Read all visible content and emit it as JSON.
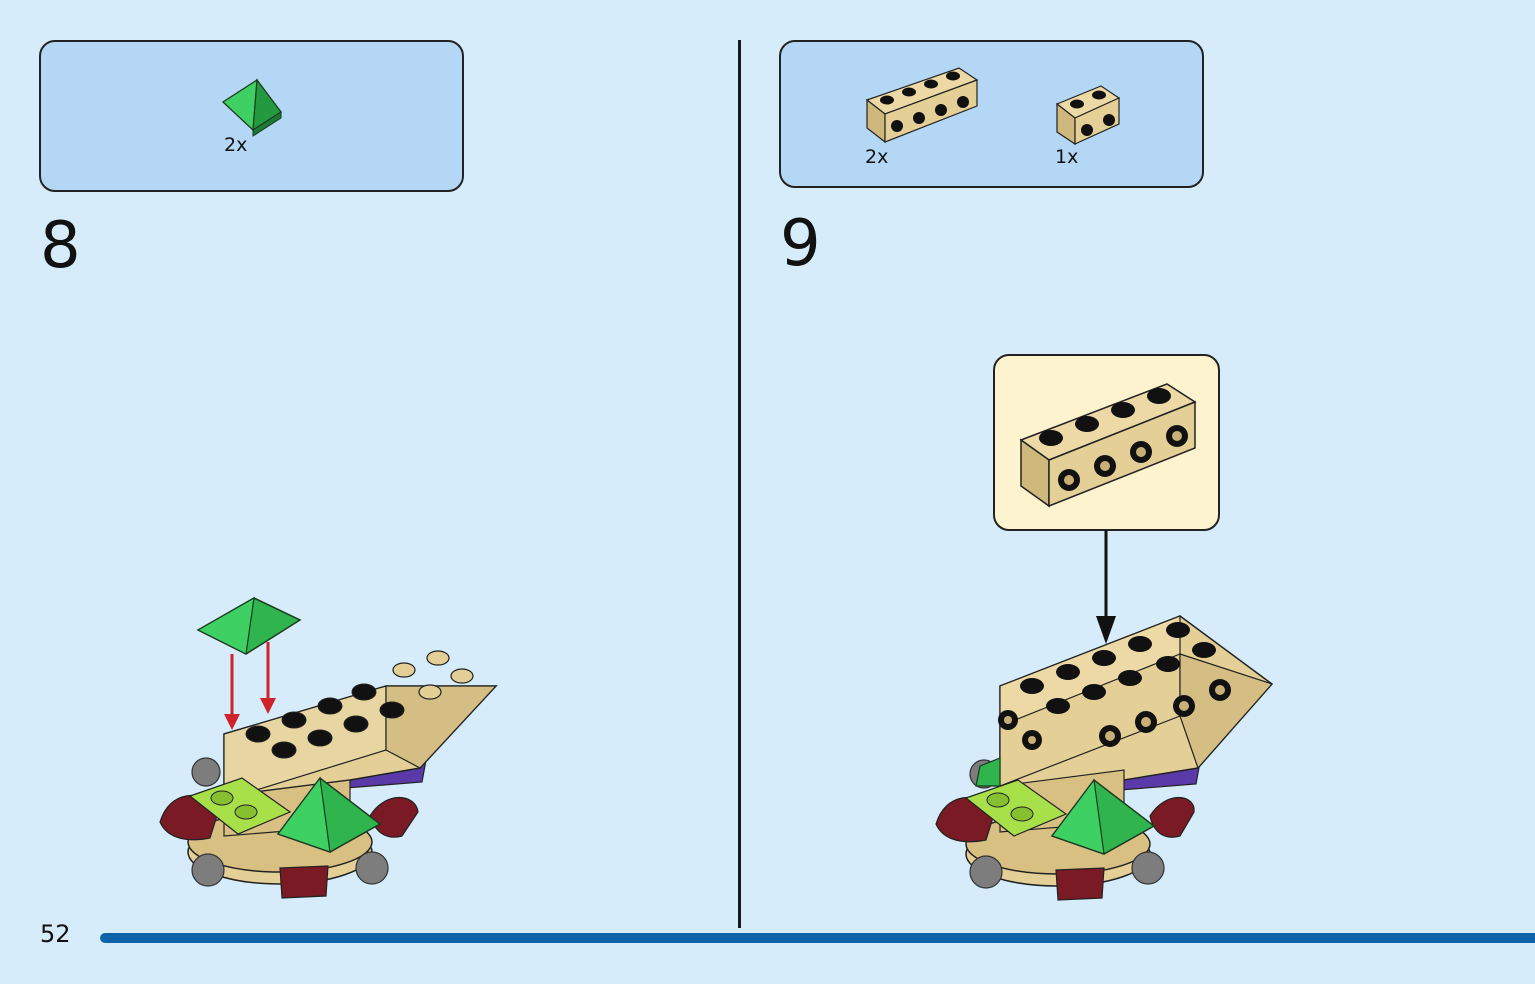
{
  "page": {
    "number": "52"
  },
  "steps": [
    {
      "number": "8",
      "parts": [
        {
          "icon": "green-roof-tile-icon",
          "qty": "2x",
          "color": "#2fb44e"
        }
      ]
    },
    {
      "number": "9",
      "parts": [
        {
          "icon": "tan-1x4-brick-with-side-studs-icon",
          "qty": "2x",
          "color": "#e4cf96"
        },
        {
          "icon": "tan-1x2-brick-with-side-studs-icon",
          "qty": "1x",
          "color": "#e4cf96"
        }
      ]
    }
  ],
  "colors": {
    "background": "#d6ecfa",
    "parts_box": "#b3d7f4",
    "callout": "#fdf3cf",
    "page_bar": "#0e63a8",
    "arrow_red": "#d0222b",
    "tan": "#e4cf96",
    "green": "#2fb44e",
    "lime": "#a8e04a",
    "dark_red": "#7a1a24",
    "purple": "#5a3aa8",
    "gray": "#7d7d7d"
  }
}
